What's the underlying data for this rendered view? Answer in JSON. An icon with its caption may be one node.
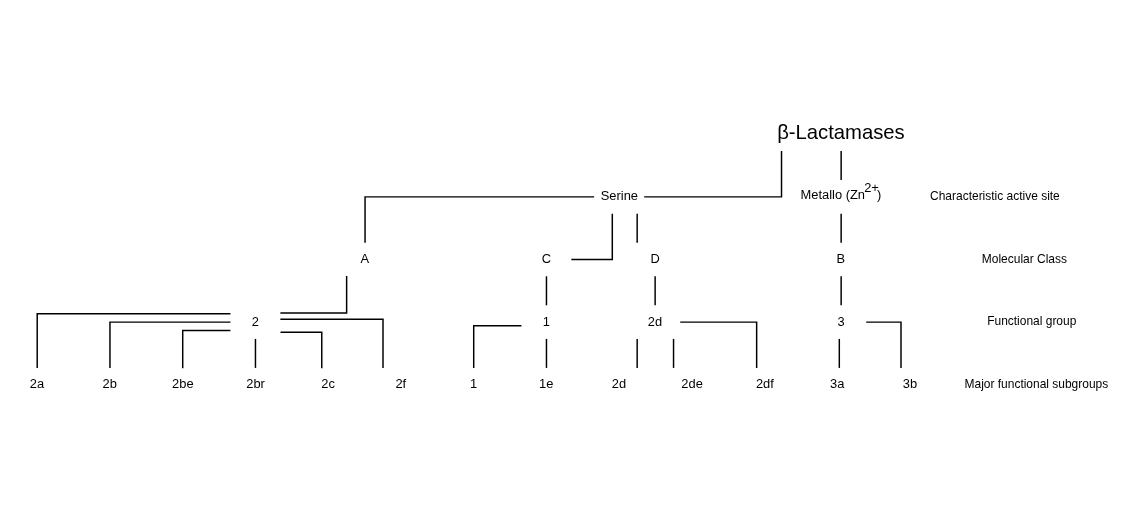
{
  "diagram": {
    "nodes": [
      {
        "text": [
          "β-Lactamases"
        ]
      },
      {
        "text": [
          "Serine"
        ]
      },
      {
        "text": [
          "Metallo (Zn$^{2+}$)"
        ]
      },
      {
        "text": [
          "A"
        ]
      },
      {
        "text": [
          "C"
        ]
      },
      {
        "text": [
          "D"
        ]
      },
      {
        "text": [
          "B"
        ]
      },
      {
        "text": [
          "2"
        ]
      },
      {
        "text": [
          "1"
        ]
      },
      {
        "text": [
          "2d"
        ]
      },
      {
        "text": [
          "3"
        ]
      },
      {
        "text": [
          "2a"
        ]
      },
      {
        "text": [
          "2b"
        ]
      },
      {
        "text": [
          "2be"
        ]
      },
      {
        "text": [
          "2br"
        ]
      },
      {
        "text": [
          "2c"
        ]
      },
      {
        "text": [
          "2f"
        ]
      },
      {
        "text": [
          "1"
        ]
      },
      {
        "text": [
          "1e"
        ]
      },
      {
        "text": [
          "2d"
        ]
      },
      {
        "text": [
          "2de"
        ]
      },
      {
        "text": [
          "2df"
        ]
      },
      {
        "text": [
          "3a"
        ]
      },
      {
        "text": [
          "3b"
        ]
      }
    ],
    "edges": [
      {
        "from": 0,
        "to": 1,
        "arrow": "none"
      },
      {
        "from": 0,
        "to": 2,
        "arrow": "none"
      },
      {
        "from": 1,
        "to": 3,
        "arrow": "none"
      },
      {
        "from": 1,
        "to": 4,
        "arrow": "none"
      },
      {
        "from": 1,
        "to": 5,
        "arrow": "none"
      },
      {
        "from": 2,
        "to": 6,
        "arrow": "none"
      },
      {
        "from": 3,
        "to": 7,
        "arrow": "none"
      },
      {
        "from": 4,
        "to": 8,
        "arrow": "none"
      },
      {
        "from": 5,
        "to": 9,
        "arrow": "none"
      },
      {
        "from": 6,
        "to": 10,
        "arrow": "none"
      },
      {
        "from": 7,
        "to": 11,
        "arrow": "none"
      },
      {
        "from": 7,
        "to": 12,
        "arrow": "none"
      },
      {
        "from": 7,
        "to": 13,
        "arrow": "none"
      },
      {
        "from": 7,
        "to": 14,
        "arrow": "none"
      },
      {
        "from": 7,
        "to": 15,
        "arrow": "none"
      },
      {
        "from": 7,
        "to": 16,
        "arrow": "none"
      },
      {
        "from": 8,
        "to": 17,
        "arrow": "none"
      },
      {
        "from": 8,
        "to": 18,
        "arrow": "none"
      },
      {
        "from": 9,
        "to": 19,
        "arrow": "none"
      },
      {
        "from": 9,
        "to": 20,
        "arrow": "none"
      },
      {
        "from": 9,
        "to": 21,
        "arrow": "none"
      },
      {
        "from": 10,
        "to": 22,
        "arrow": "none"
      },
      {
        "from": 10,
        "to": 23,
        "arrow": "none"
      }
    ],
    "labels": [
      "Characteristic active site",
      "Molecular Class",
      "Functional group",
      "Major functional subgroups"
    ]
  }
}
